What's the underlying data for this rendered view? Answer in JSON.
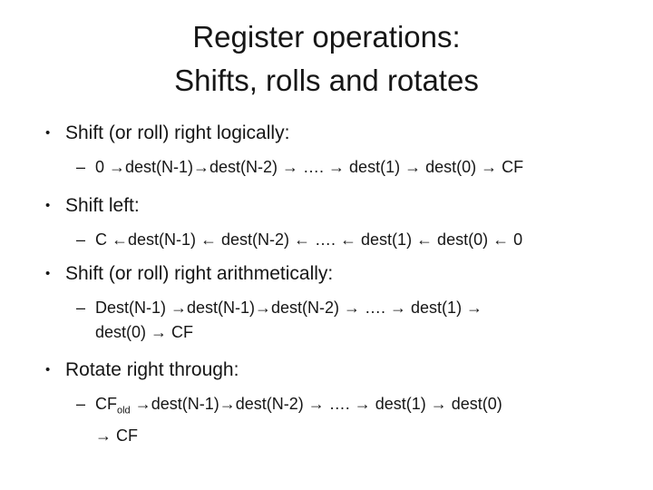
{
  "slide": {
    "title": {
      "lines": [
        "Register operations:",
        "Shifts, rolls and rotates"
      ]
    },
    "markers": {
      "bullet": "•",
      "dash": "–"
    },
    "colors": {
      "background": "#ffffff",
      "text": "#161616"
    },
    "bullets": [
      {
        "label": "Shift (or roll) right logically:",
        "lines": [
          {
            "text": "0 →dest(N-1)→dest(N-2) → …. → dest(1) → dest(0) → CF"
          }
        ]
      },
      {
        "label": "Shift left:",
        "lines": [
          {
            "text": "C ←dest(N-1) ← dest(N-2) ← …. ← dest(1) ← dest(0) ← 0"
          }
        ]
      },
      {
        "label": "Shift (or roll) right arithmetically:",
        "lines": [
          {
            "text": "Dest(N-1) →dest(N-1)→dest(N-2) → …. → dest(1) →"
          },
          {
            "text": "dest(0) → CF"
          }
        ]
      },
      {
        "label": "Rotate right through:",
        "lines": [
          {
            "pre": "CF",
            "sub": "old",
            "post": " →dest(N-1)→dest(N-2) → …. → dest(1) → dest(0)"
          },
          {
            "text": "→ CF"
          }
        ]
      }
    ]
  }
}
